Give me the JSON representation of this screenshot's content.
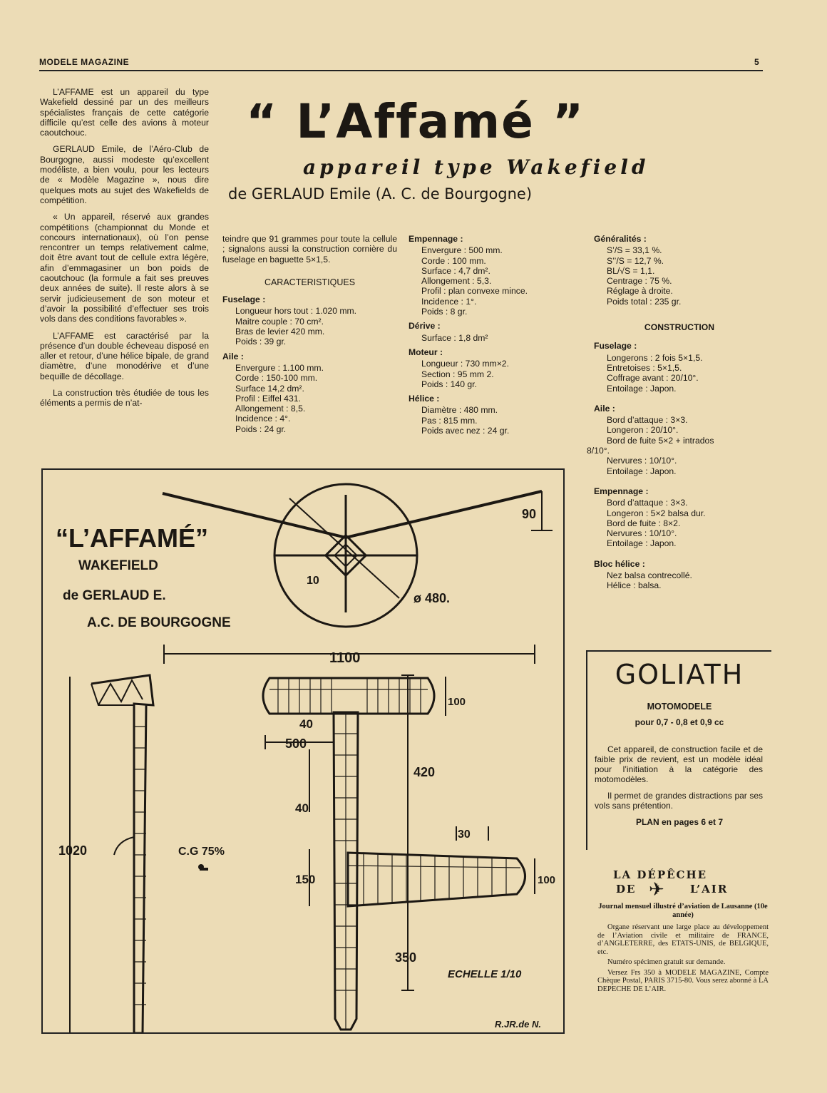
{
  "header": {
    "magazine": "MODELE MAGAZINE",
    "page": "5"
  },
  "title": {
    "main": "“ L’Affamé ”",
    "subtitle": "appareil type Wakefield",
    "byline": "de GERLAUD Emile (A. C. de Bourgogne)"
  },
  "intro": {
    "p1": "L’AFFAME est un appareil du type Wakefield dessiné par un des meilleurs spécialistes français de cette catégorie difficile qu’est celle des avions à moteur caoutchouc.",
    "p2": "GERLAUD Emile, de l’Aéro-Club de Bourgogne, aussi modeste qu’excellent modéliste, a bien voulu, pour les lecteurs de « Modèle Magazine », nous dire quelques mots au sujet des Wakefields de compétition.",
    "p3": "« Un appareil, réservé aux grandes compétitions (championnat du Monde et concours internationaux), où l’on pense rencontrer un temps relativement calme, doit être avant tout de cellule extra légère, afin d’emmagasiner un bon poids de caoutchouc (la formule a fait ses preuves deux années de suite). Il reste alors à se servir judicieusement de son moteur et d’avoir la possibilité d’effectuer ses trois vols dans des conditions favorables ».",
    "p4": "L’AFFAME est caractérisé par la présence d’un double écheveau disposé en aller et retour, d’une hélice bipale, de grand diamètre, d’une monodérive et d’une bequille de décollage.",
    "p5": "La construction très étudiée de tous les éléments a permis de n’at-"
  },
  "col2": {
    "cont": "teindre que 91 grammes pour toute la cellule ; signalons aussi la construction cornière du fuselage en baguette 5×1,5.",
    "heading": "CARACTERISTIQUES",
    "fuselage": {
      "title": "Fuselage :",
      "lines": [
        "Longueur hors tout : 1.020 mm.",
        "Maitre couple : 70 cm².",
        "Bras de levier 420 mm.",
        "Poids : 39 gr."
      ]
    },
    "aile": {
      "title": "Aile :",
      "lines": [
        "Envergure : 1.100 mm.",
        "Corde : 150-100 mm.",
        "Surface 14,2 dm².",
        "Profil : Eiffel 431.",
        "Allongement : 8,5.",
        "Incidence : 4°.",
        "Poids : 24 gr."
      ]
    }
  },
  "col3": {
    "empennage": {
      "title": "Empennage :",
      "lines": [
        "Envergure : 500 mm.",
        "Corde : 100 mm.",
        "Surface : 4,7 dm².",
        "Allongement : 5,3.",
        "Profil : plan convexe mince.",
        "Incidence : 1°.",
        "Poids : 8 gr."
      ]
    },
    "derive": {
      "title": "Dérive :",
      "lines": [
        "Surface : 1,8 dm²"
      ]
    },
    "moteur": {
      "title": "Moteur :",
      "lines": [
        "Longueur : 730 mm×2.",
        "Section : 95 mm 2.",
        "Poids : 140 gr."
      ]
    },
    "helice": {
      "title": "Hélice :",
      "lines": [
        "Diamètre : 480 mm.",
        "Pas : 815 mm.",
        "Poids avec nez : 24 gr."
      ]
    }
  },
  "col4": {
    "generalites": {
      "title": "Généralités :",
      "lines": [
        "S’/S = 33,1 %.",
        "S’’/S = 12,7 %.",
        "BL/√S = 1,1.",
        "Centrage : 75 %.",
        "Réglage à droite.",
        "Poids total : 235 gr."
      ]
    },
    "construction": "CONSTRUCTION",
    "fuselage": {
      "title": "Fuselage :",
      "lines": [
        "Longerons : 2 fois 5×1,5.",
        "Entretoises : 5×1,5.",
        "Coffrage avant : 20/10°.",
        "Entoilage : Japon."
      ]
    },
    "aile": {
      "title": "Aile :",
      "lines": [
        "Bord d’attaque : 3×3.",
        "Longeron : 20/10°.",
        "Bord de fuite 5×2 + intrados",
        "8/10°.",
        "Nervures : 10/10°.",
        "Entoilage : Japon."
      ]
    },
    "empennage": {
      "title": "Empennage :",
      "lines": [
        "Bord d’attaque : 3×3.",
        "Longeron : 5×2 balsa dur.",
        "Bord de fuite : 8×2.",
        "Nervures : 10/10°.",
        "Entoilage : Japon."
      ]
    },
    "bloc": {
      "title": "Bloc hélice :",
      "lines": [
        "Nez balsa contrecollé.",
        "Hélice : balsa."
      ]
    }
  },
  "drawing": {
    "title": "“L’AFFAMÉ”",
    "sub": "WAKEFIELD",
    "author": "de GERLAUD E.",
    "club": "A.C. DE BOURGOGNE",
    "dim_span": "1100",
    "dim_prop": "ø 480.",
    "dim_90": "90",
    "dim_10": "10",
    "dim_100a": "100",
    "dim_40a": "40",
    "dim_500": "500",
    "dim_420": "420",
    "dim_40b": "40",
    "dim_150": "150",
    "dim_30": "30",
    "dim_100b": "100",
    "dim_350": "350",
    "dim_1020": "1020",
    "cg": "C.G 75%",
    "scale": "ECHELLE 1/10",
    "sign": "R.JR.de N."
  },
  "ad_goliath": {
    "name": "GOLIATH",
    "type": "MOTOMODELE",
    "cc": "pour 0,7 - 0,8 et 0,9 cc",
    "p1": "Cet appareil, de construction facile et de faible prix de revient, est un modèle idéal pour l’initiation à la catégorie des motomodèles.",
    "p2": "Il permet de grandes distractions par ses vols sans prétention.",
    "plan": "PLAN en pages 6 et 7"
  },
  "ad_depeche": {
    "logo1": "LA DÉPÊCHE",
    "logo2": "DE",
    "logo3": "L’AIR",
    "tag": "Journal mensuel illustré d’aviation de Lausanne (10e année)",
    "p1": "Organe réservant une large place au développement de l’Aviation civile et militaire de FRANCE, d’ANGLETERRE, des ETATS-UNIS, de BELGIQUE, etc.",
    "p2": "Numéro spécimen gratuit sur demande.",
    "p3": "Versez Frs 350 à MODELE MAGAZINE, Compte Chèque Postal, PARIS 3715-80. Vous serez abonné à LA DEPECHE DE L’AIR."
  }
}
